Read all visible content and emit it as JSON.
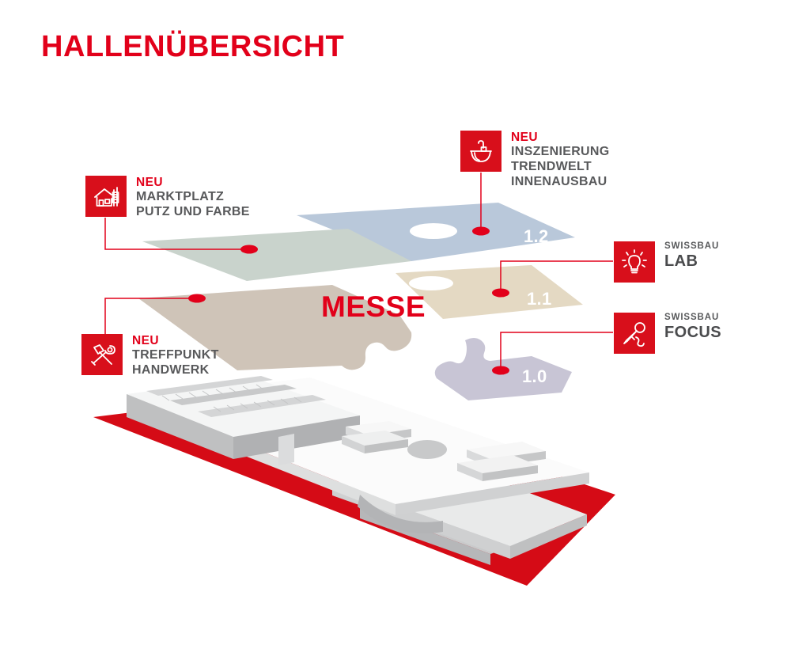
{
  "page": {
    "title": "HALLENÜBERSICHT",
    "background_color": "#ffffff",
    "brand_red": "#e2001a",
    "tile_red": "#d80f1b",
    "text_gray": "#58595b"
  },
  "center_label": {
    "text": "MESSE",
    "color": "#e2001a"
  },
  "floors": [
    {
      "id": "floor-1-2",
      "number": "1.2",
      "color": "#b9c8da",
      "has_hole": true
    },
    {
      "id": "floor-green",
      "number": "",
      "color": "#c9d3cc",
      "has_hole": false
    },
    {
      "id": "floor-1-1",
      "number": "1.1",
      "color": "#e4d9c3",
      "has_hole": true
    },
    {
      "id": "floor-taupe",
      "number": "",
      "color": "#cfc4b8",
      "has_hole": false
    },
    {
      "id": "floor-1-0",
      "number": "1.0",
      "color": "#c8c5d5",
      "has_hole": false
    }
  ],
  "callouts": [
    {
      "id": "marktplatz",
      "badge": "NEU",
      "icon": "house-paint-roller-icon",
      "lines": [
        "MARKTPLATZ",
        "PUTZ UND FARBE"
      ],
      "side": "left"
    },
    {
      "id": "inszenierung",
      "badge": "NEU",
      "icon": "sink-basin-icon",
      "lines": [
        "INSZENIERUNG",
        "TRENDWELT",
        "INNENAUSBAU"
      ],
      "side": "left"
    },
    {
      "id": "treffpunkt",
      "badge": "NEU",
      "icon": "hammer-trowel-icon",
      "lines": [
        "TREFFPUNKT",
        "HANDWERK"
      ],
      "side": "left"
    },
    {
      "id": "swissbau-lab",
      "badge": "",
      "icon": "lightbulb-icon",
      "brand": "SWISSBAU",
      "name": "LAB",
      "side": "right"
    },
    {
      "id": "swissbau-focus",
      "badge": "",
      "icon": "microphone-icon",
      "brand": "SWISSBAU",
      "name": "FOCUS",
      "side": "right"
    }
  ],
  "building": {
    "base_color": "#d50b16",
    "body_color": "#f2f2f2",
    "shade_color": "#c9cacb"
  }
}
